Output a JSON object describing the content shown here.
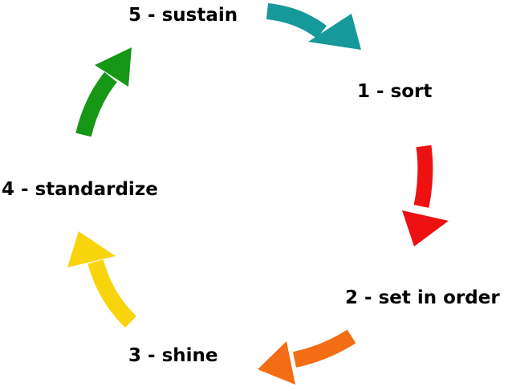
{
  "steps": [
    {
      "number": "1",
      "label": "1 - sort"
    },
    {
      "number": "2",
      "label": "2 - set in order"
    },
    {
      "number": "3",
      "label": "3 - shine"
    },
    {
      "number": "4",
      "label": "4 - standardize"
    },
    {
      "number": "5",
      "label": "5 - sustain"
    }
  ],
  "arrow_colors": {
    "sustain_to_sort": "#16999b",
    "sort_to_set_in_order": "#ee1111",
    "set_in_order_to_shine": "#f26d13",
    "shine_to_standardize": "#f8d40c",
    "standardize_to_sustain": "#169716"
  }
}
